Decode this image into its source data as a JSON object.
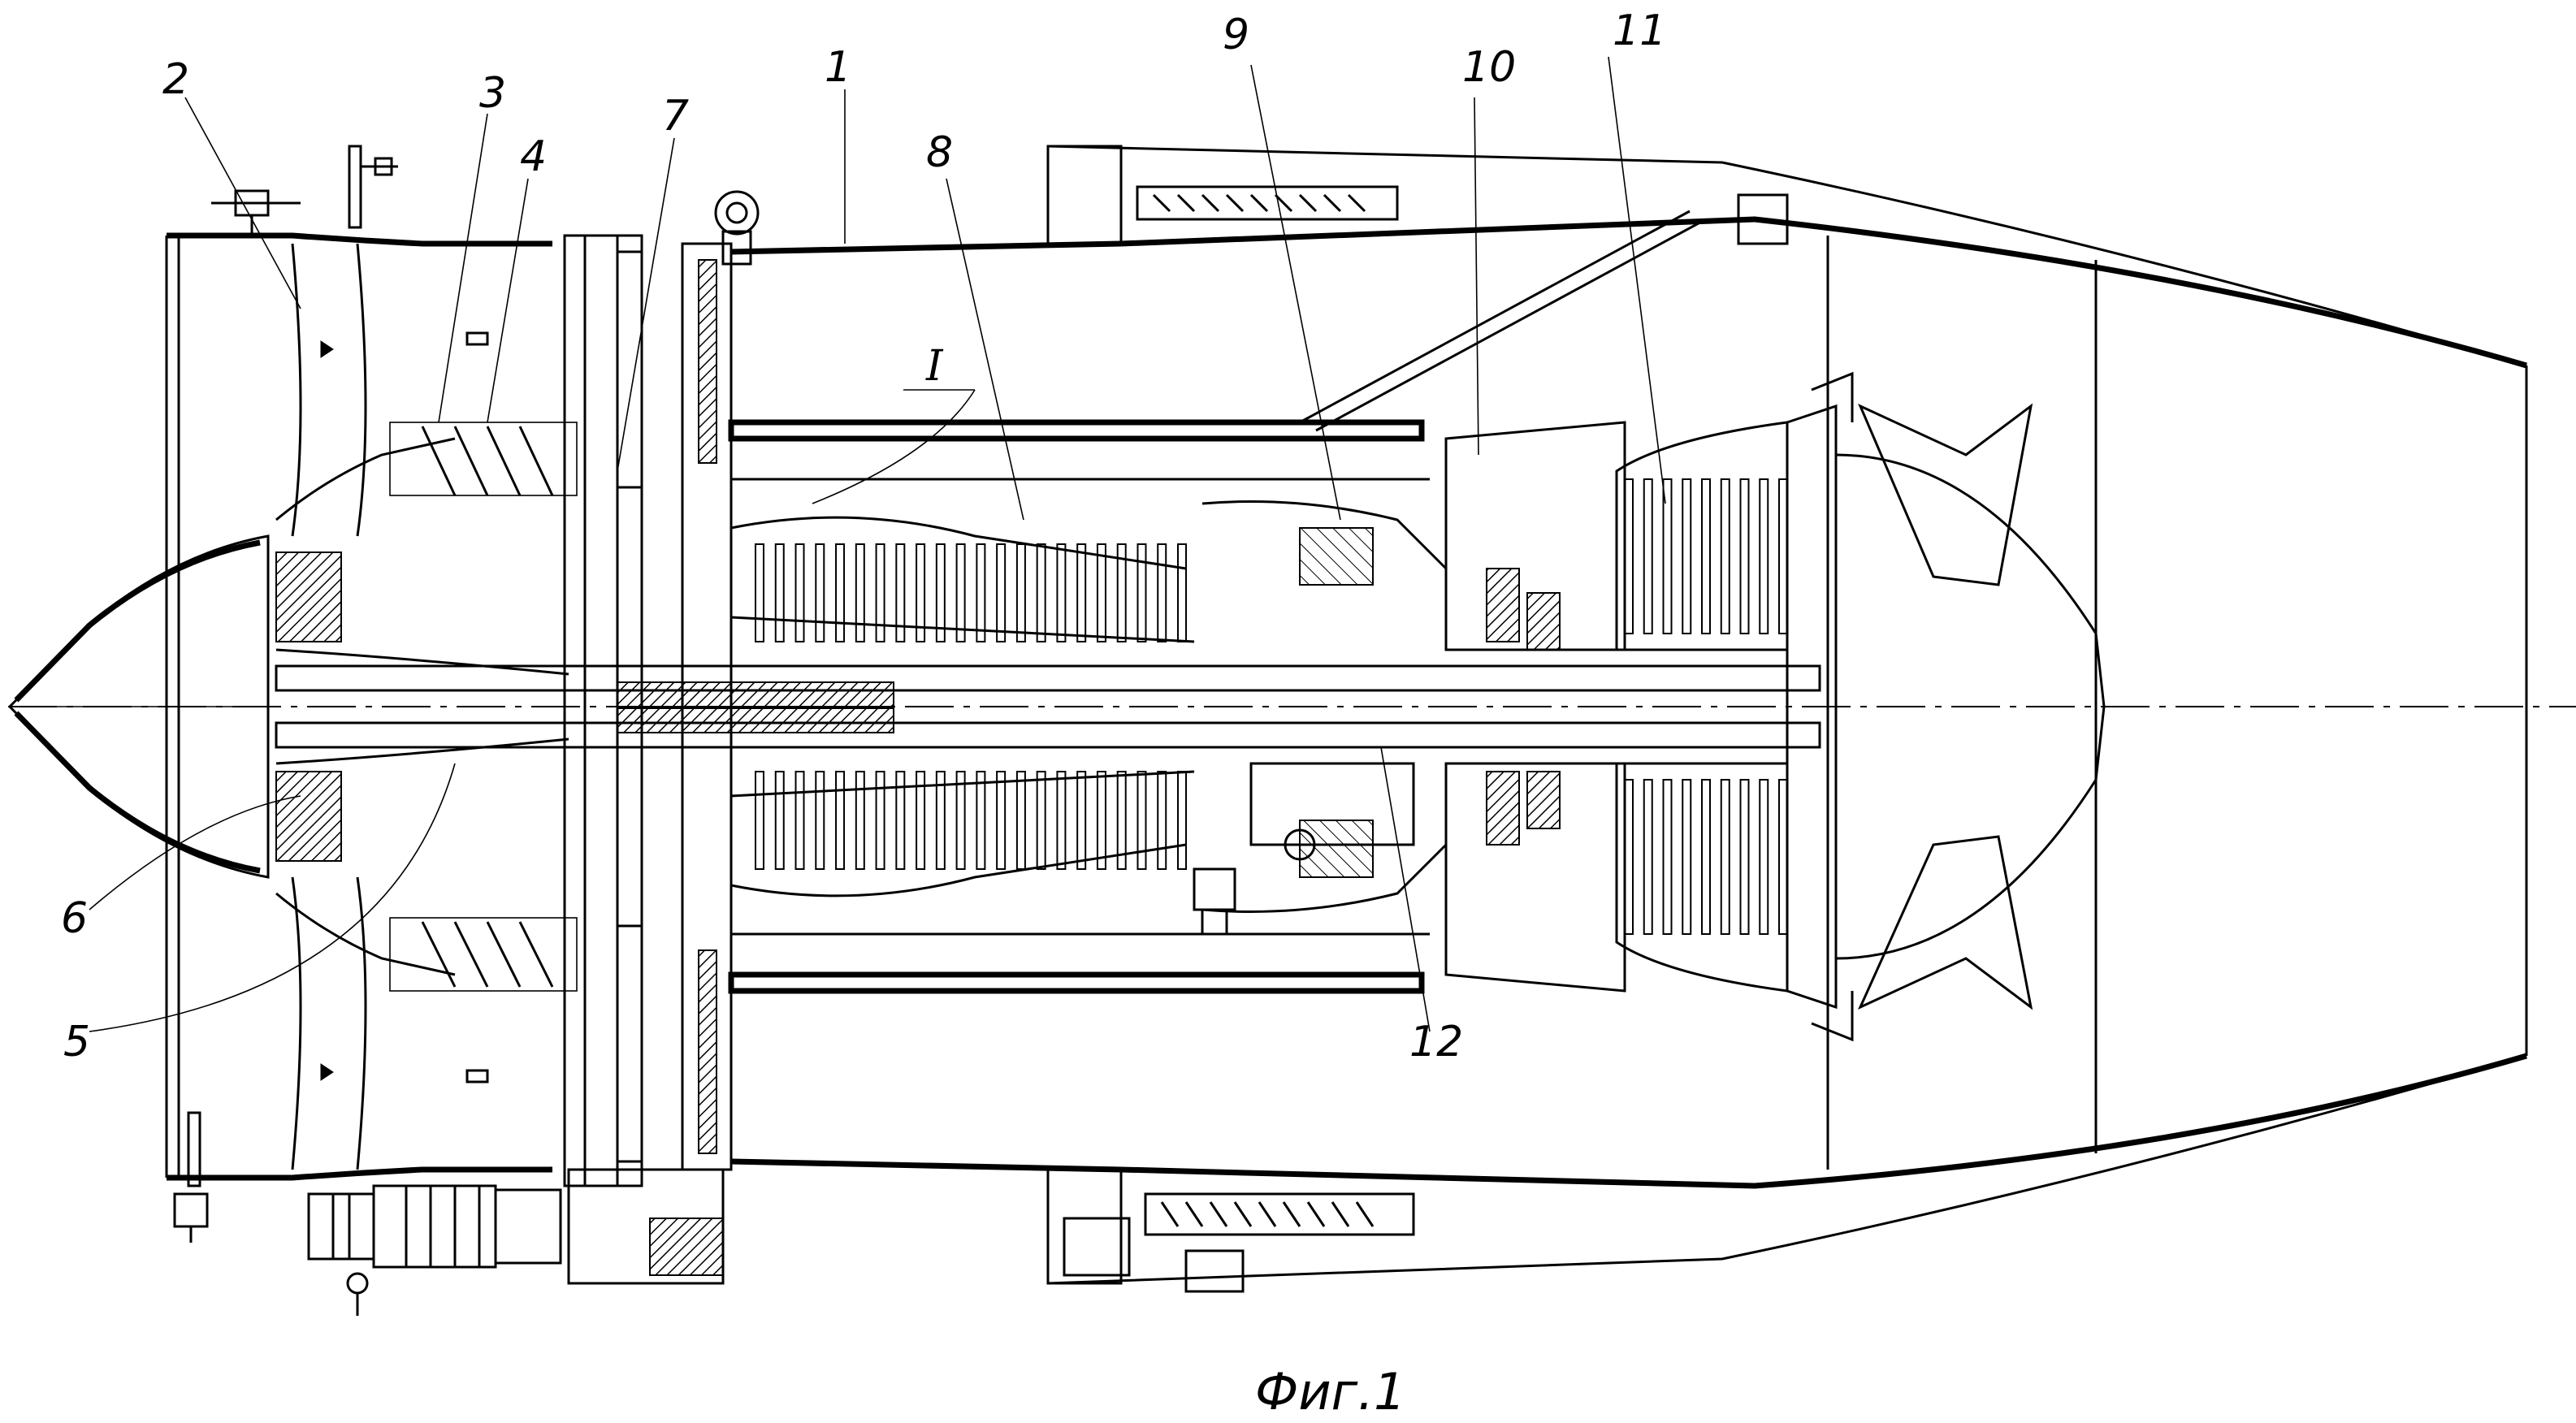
{
  "figure": {
    "caption": "Фиг.1",
    "callouts": [
      {
        "id": "1",
        "label": "1"
      },
      {
        "id": "2",
        "label": "2"
      },
      {
        "id": "3",
        "label": "3"
      },
      {
        "id": "4",
        "label": "4"
      },
      {
        "id": "5",
        "label": "5"
      },
      {
        "id": "6",
        "label": "6"
      },
      {
        "id": "7",
        "label": "7"
      },
      {
        "id": "8",
        "label": "8"
      },
      {
        "id": "9",
        "label": "9"
      },
      {
        "id": "10",
        "label": "10"
      },
      {
        "id": "11",
        "label": "11"
      },
      {
        "id": "12",
        "label": "12"
      },
      {
        "id": "I",
        "label": "I"
      }
    ]
  }
}
